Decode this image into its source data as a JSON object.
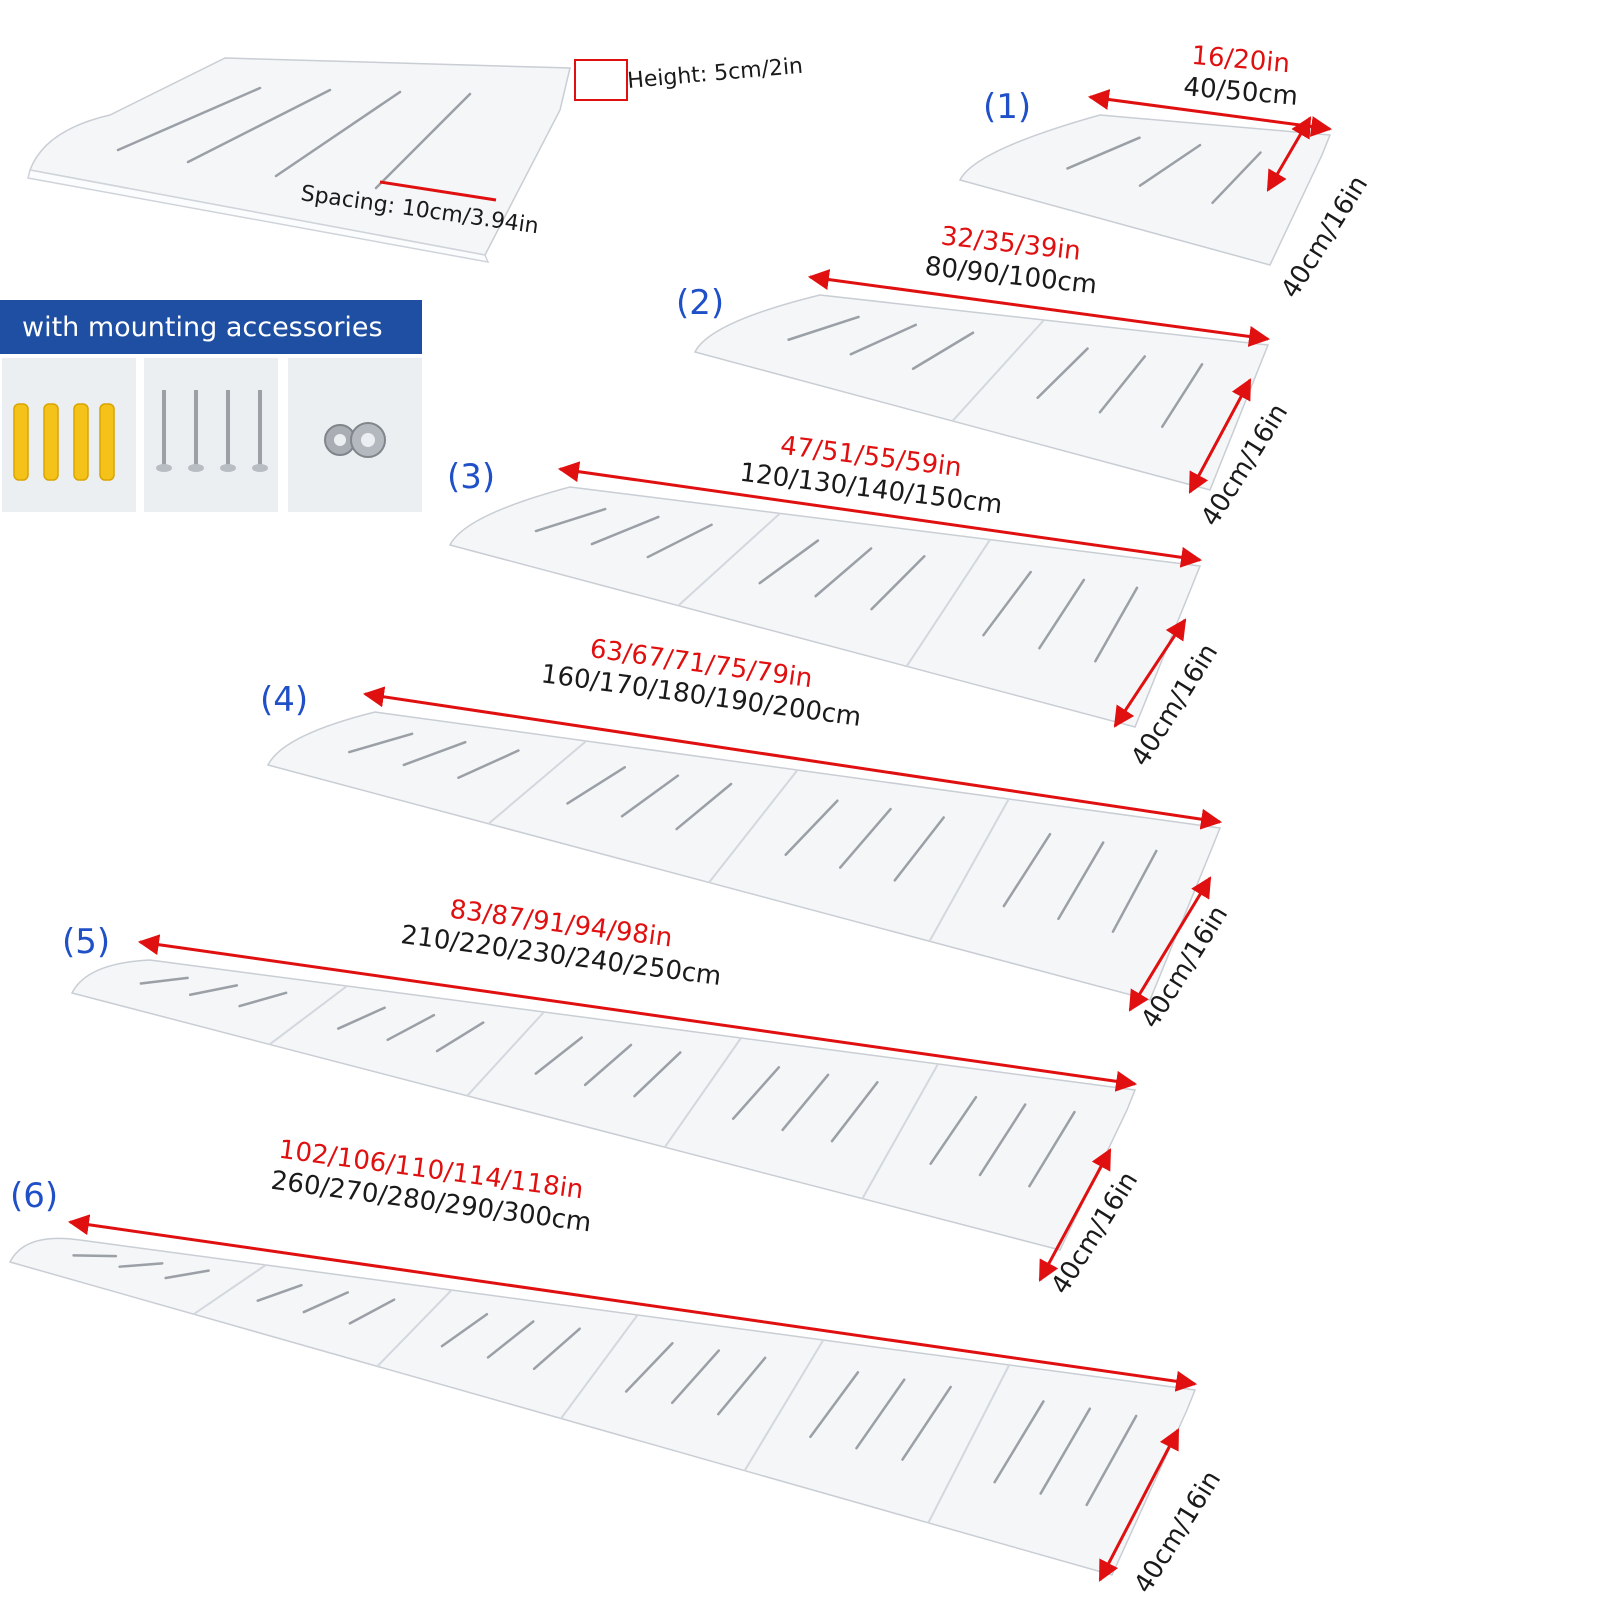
{
  "detail": {
    "height_label": "Height: 5cm/2in",
    "spacing_label": "Spacing: 10cm/3.94in"
  },
  "accessories": {
    "banner": "with mounting accessories",
    "items": [
      "wall-plug-anchors",
      "screws",
      "washers"
    ]
  },
  "variants": [
    {
      "index": "(1)",
      "inches": "16/20in",
      "cm": "40/50cm",
      "depth": "40cm/16in",
      "sections": 1
    },
    {
      "index": "(2)",
      "inches": "32/35/39in",
      "cm": "80/90/100cm",
      "depth": "40cm/16in",
      "sections": 2
    },
    {
      "index": "(3)",
      "inches": "47/51/55/59in",
      "cm": "120/130/140/150cm",
      "depth": "40cm/16in",
      "sections": 3
    },
    {
      "index": "(4)",
      "inches": "63/67/71/75/79in",
      "cm": "160/170/180/190/200cm",
      "depth": "40cm/16in",
      "sections": 4
    },
    {
      "index": "(5)",
      "inches": "83/87/91/94/98in",
      "cm": "210/220/230/240/250cm",
      "depth": "40cm/16in",
      "sections": 5
    },
    {
      "index": "(6)",
      "inches": "102/106/110/114/118in",
      "cm": "260/270/280/290/300cm",
      "depth": "40cm/16in",
      "sections": 6
    }
  ],
  "colors": {
    "accent_red": "#e01010",
    "index_blue": "#2050c8",
    "banner_blue": "#1f4fa3"
  }
}
